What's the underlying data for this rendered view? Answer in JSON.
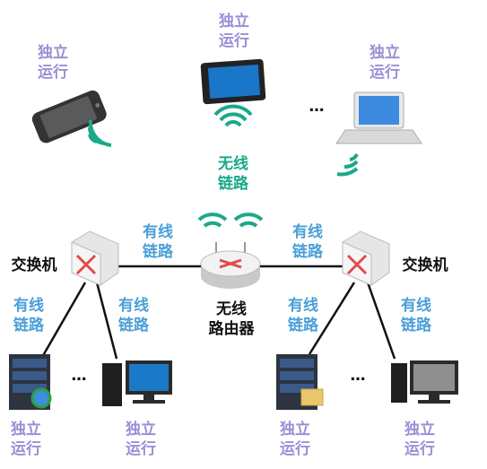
{
  "labels": {
    "standalone": "独立\n运行",
    "wired_link": "有线\n链路",
    "wireless_link": "无线\n链路",
    "wireless_router": "无线\n路由器",
    "switch": "交换机",
    "ellipsis": "…"
  },
  "colors": {
    "standalone": "#9b8fd6",
    "wired": "#4a9fd8",
    "wireless": "#1aa98a",
    "switch_text": "#111111"
  },
  "icons": {
    "phone": "smartphone-icon",
    "tablet": "tablet-icon",
    "laptop": "laptop-icon",
    "router": "wireless-router-icon",
    "switch": "network-switch-icon",
    "server": "server-icon",
    "desktop": "desktop-computer-icon",
    "wifi": "wifi-signal-icon"
  }
}
